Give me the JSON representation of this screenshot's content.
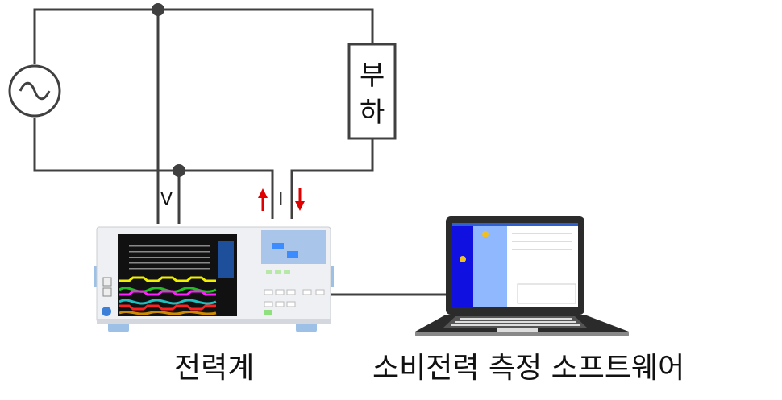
{
  "load_label": [
    "부",
    "하"
  ],
  "voltage_label": "V",
  "current_label": "I",
  "power_meter_label": "전력계",
  "software_label": "소비전력 측정 소프트웨어",
  "colors": {
    "wire": "#404040",
    "arrow": "#e00000",
    "screen_blue": "#1010e0",
    "screen_light": "#8fb8ff"
  }
}
